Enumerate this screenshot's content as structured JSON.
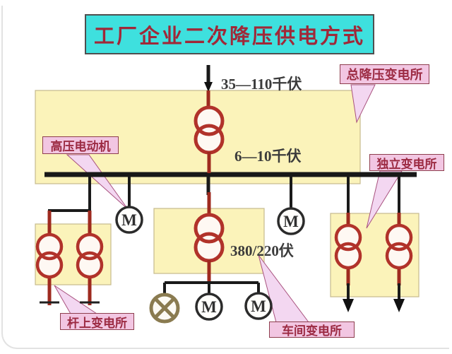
{
  "title": "工厂企业二次降压供电方式",
  "voltage_labels": {
    "incoming": "35—110千伏",
    "distribution": "6—10千伏",
    "low_voltage": "380/220伏"
  },
  "callouts": {
    "main_stepdown_substation": "总降压变电所",
    "high_voltage_motor": "高压电动机",
    "independent_substation": "独立变电所",
    "pole_mounted_substation": "杆上变电所",
    "workshop_substation": "车间变电所"
  },
  "symbols": {
    "motor": "M"
  },
  "colors": {
    "title_bg": "#3EE0DE",
    "title_text": "#A02838",
    "area_fill": "#FBF3BA",
    "area_border": "#C6BA8E",
    "callout_bg": "#F2C6E2",
    "callout_text": "#9C2B43",
    "pointer_fill": "#F3D7F1",
    "transformer_red": "#B1322A",
    "feeder_red": "#9E2A1F",
    "line_black": "#1A1A1A",
    "lamp_khaki": "#8A7B50"
  }
}
